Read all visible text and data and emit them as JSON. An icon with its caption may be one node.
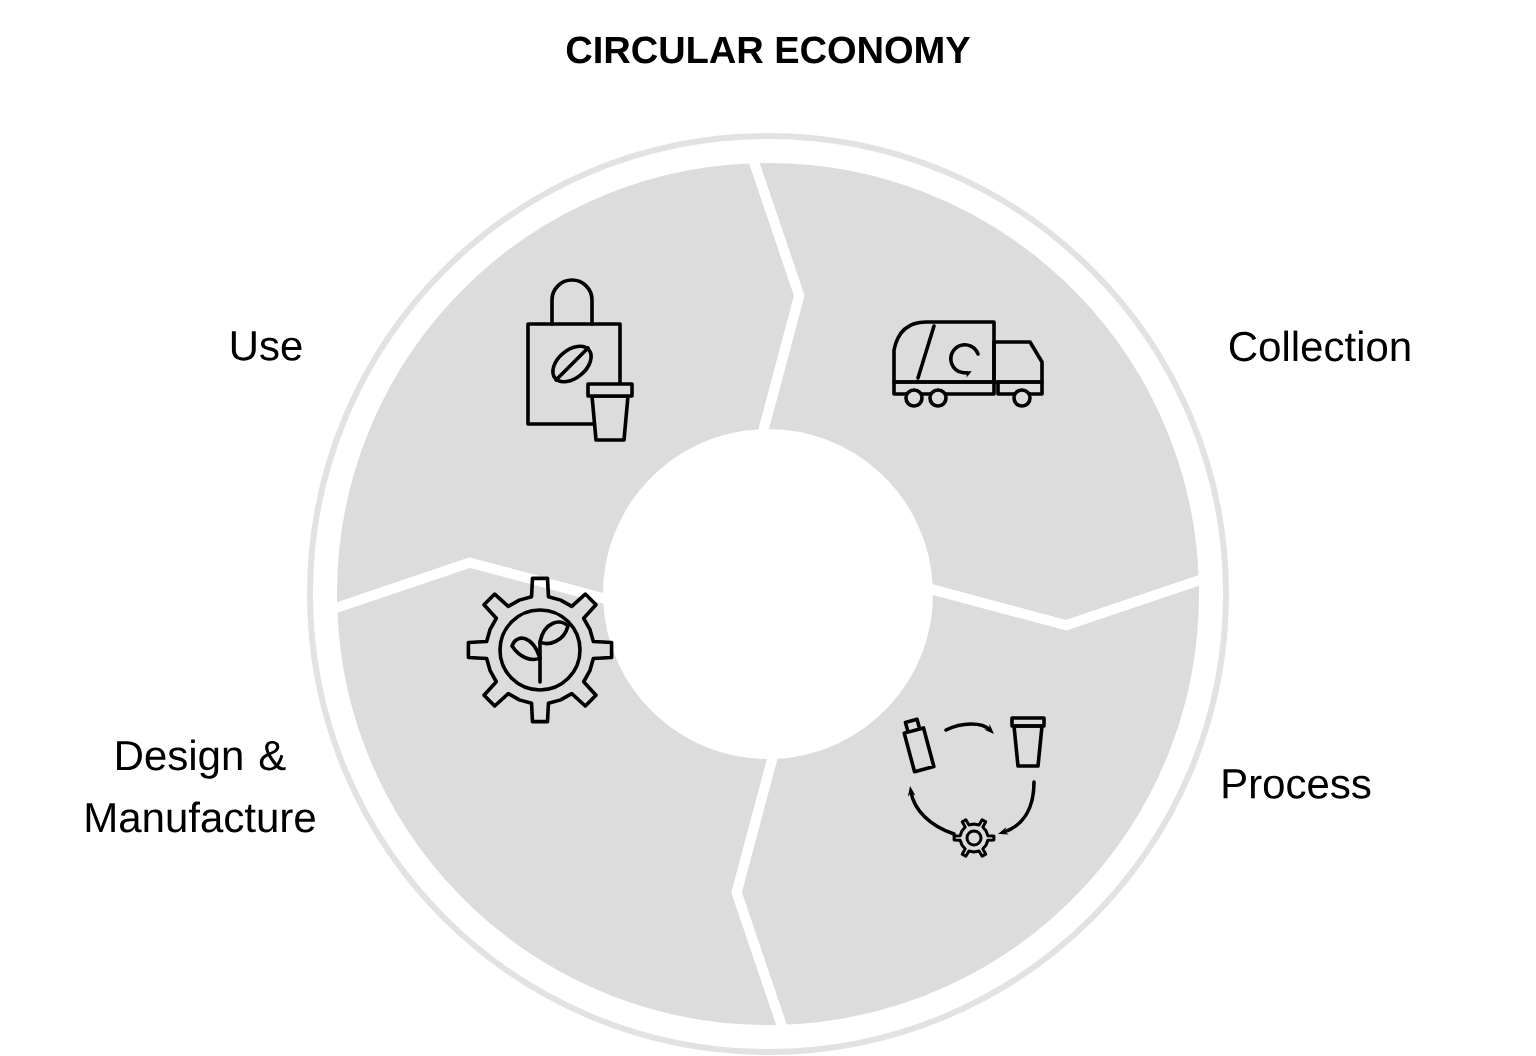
{
  "diagram": {
    "title": "CIRCULAR ECONOMY",
    "nodes": [
      {
        "text": [
          "Use"
        ]
      },
      {
        "text": [
          "Collection"
        ]
      },
      {
        "text": [
          "Design & Manufacture"
        ]
      },
      {
        "text": [
          "Process"
        ]
      }
    ]
  }
}
